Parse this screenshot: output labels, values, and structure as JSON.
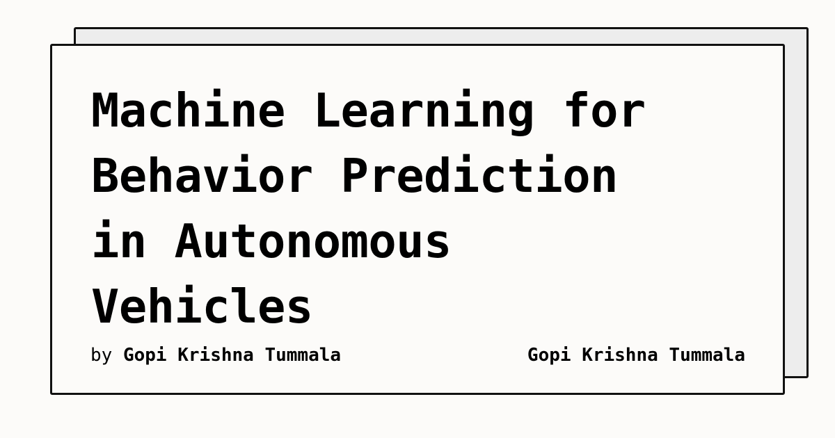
{
  "title_lines": [
    "Machine Learning for",
    "Behavior Prediction",
    "in Autonomous",
    "Vehicles"
  ],
  "byline": {
    "prefix": "by",
    "author": "Gopi Krishna Tummala"
  },
  "site_name": "Gopi Krishna Tummala",
  "colors": {
    "background": "#fcfbf9",
    "back_card": "#ededed",
    "border": "#111111",
    "text": "#000000"
  }
}
